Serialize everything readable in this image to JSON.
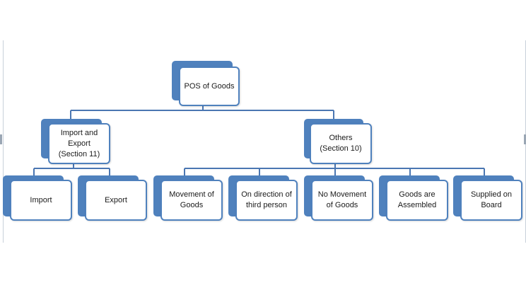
{
  "diagram": {
    "root": {
      "label": "POS of Goods"
    },
    "import_export": {
      "label": "Import and\nExport\n(Section 11)"
    },
    "others": {
      "label": "Others\n(Section 10)"
    },
    "import": {
      "label": "Import"
    },
    "export": {
      "label": "Export"
    },
    "movement_of_goods": {
      "label": "Movement of\nGoods"
    },
    "on_direction_of_third_person": {
      "label": "On direction of\nthird person"
    },
    "no_movement_of_goods": {
      "label": "No Movement\nof Goods"
    },
    "goods_are_assembled": {
      "label": "Goods are\nAssembled"
    },
    "supplied_on_board": {
      "label": "Supplied on\nBoard"
    }
  },
  "colors": {
    "node_fill": "#4f81bd",
    "connector": "#4a76b2",
    "card_background": "#ffffff"
  }
}
